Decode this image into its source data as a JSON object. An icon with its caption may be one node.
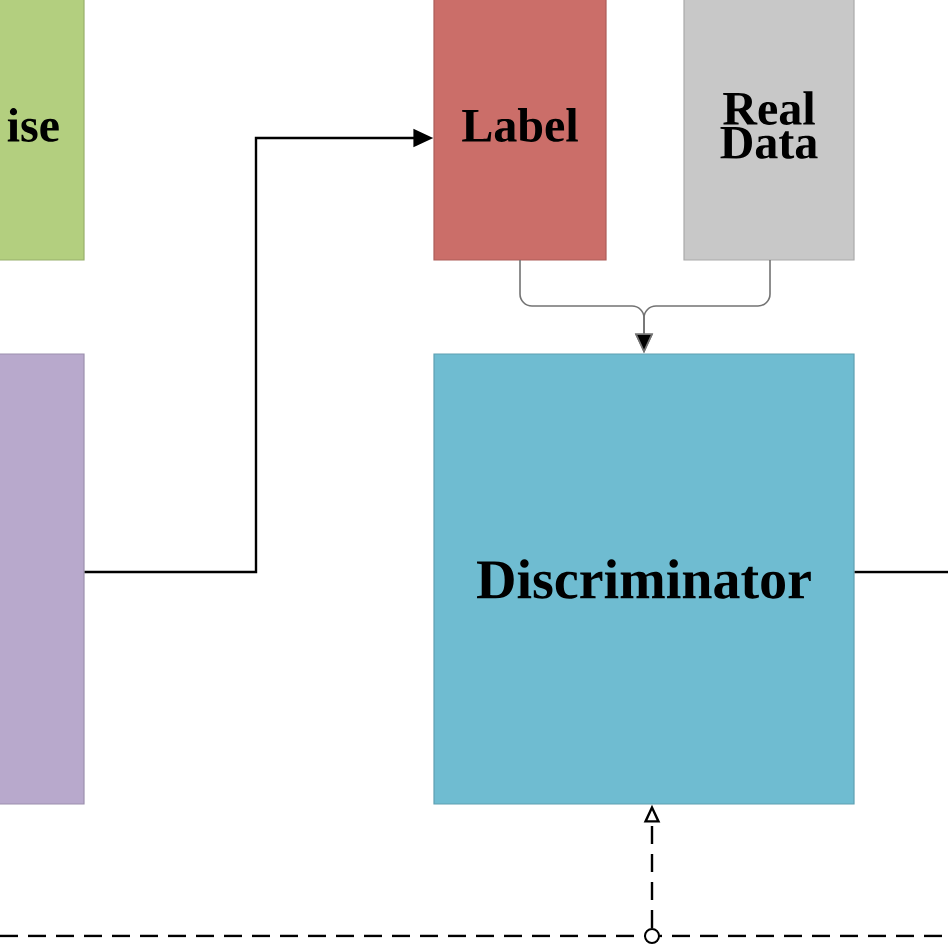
{
  "diagram": {
    "nodes": [
      {
        "text": [
          "ise"
        ]
      },
      {
        "text": [],
        "shape": "box"
      },
      {
        "text": [
          "Label"
        ]
      },
      {
        "text": [
          "Real Data"
        ]
      },
      {
        "text": [
          "Discriminator"
        ]
      }
    ],
    "edges": [
      {
        "from": 1,
        "to": 2,
        "arrow": "to"
      },
      {
        "from": 2,
        "to": 4,
        "arrow": "to",
        "color": "#737373"
      },
      {
        "from": 3,
        "to": 4,
        "arrow": "to",
        "color": "#737373"
      },
      {
        "from": 4,
        "to": null,
        "arrow": "none"
      },
      {
        "from": null,
        "to": 4,
        "arrow": "to",
        "style": "dashed"
      }
    ]
  }
}
